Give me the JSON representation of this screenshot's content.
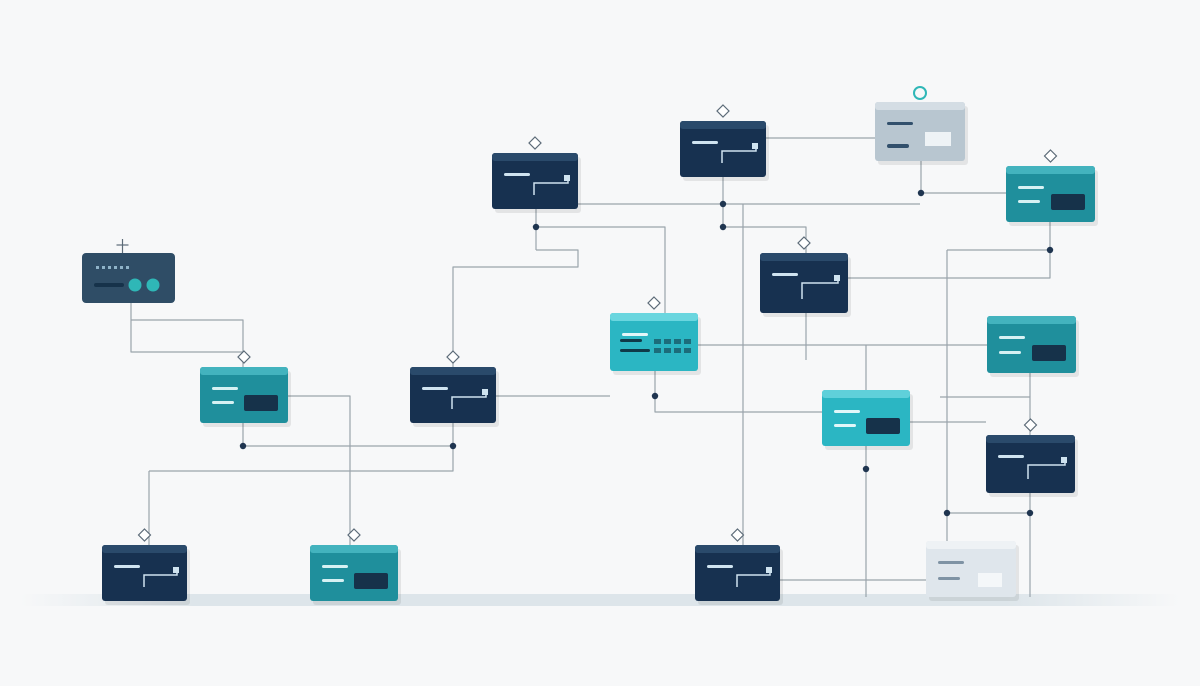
{
  "diagram": {
    "type": "network-flow",
    "text_labels": [],
    "colors": {
      "background": "#f7f8f9",
      "connector": "#9aa4ac",
      "junction_dot": "#1f3550",
      "node_navy": "#173150",
      "node_slate": "#2f4d66",
      "node_teal": "#1f8f9c",
      "node_cyan": "#2bb6c3",
      "node_gray": "#b8c6d0",
      "node_pale": "#dfe6ec",
      "accent_teal": "#2fb7b7",
      "floor_shadow": "#dde5ea"
    },
    "nodes": [
      {
        "name": "node-device",
        "style": "device",
        "icon": "router-icon",
        "out": true
      },
      {
        "name": "node-a-left",
        "style": "teal",
        "icon": "window-icon",
        "out": true
      },
      {
        "name": "node-a-mid",
        "style": "navy",
        "icon": "window-icon",
        "out": true
      },
      {
        "name": "node-b-top",
        "style": "navy",
        "icon": "window-icon",
        "out": true
      },
      {
        "name": "node-c-top",
        "style": "navy",
        "icon": "window-icon",
        "out": true
      },
      {
        "name": "node-d-gray",
        "style": "gray",
        "icon": "window-icon",
        "out": false
      },
      {
        "name": "node-e-teal",
        "style": "teal",
        "icon": "window-icon",
        "out": true
      },
      {
        "name": "node-f-navy",
        "style": "navy",
        "icon": "window-icon",
        "out": true
      },
      {
        "name": "node-g-cyan",
        "style": "cyan-grid",
        "icon": "table-icon",
        "out": true
      },
      {
        "name": "node-h-teal",
        "style": "teal",
        "icon": "window-icon",
        "out": false
      },
      {
        "name": "node-i-cyan",
        "style": "cyan",
        "icon": "window-icon",
        "out": false
      },
      {
        "name": "node-j-navy",
        "style": "navy",
        "icon": "window-icon",
        "out": true
      },
      {
        "name": "node-k-bottom",
        "style": "navy",
        "icon": "window-icon",
        "out": true
      },
      {
        "name": "node-l-bottom",
        "style": "teal",
        "icon": "window-icon",
        "out": true
      },
      {
        "name": "node-m-bottom",
        "style": "navy",
        "icon": "window-icon",
        "out": true
      },
      {
        "name": "node-n-pale",
        "style": "pale",
        "icon": "window-icon",
        "out": false
      }
    ]
  }
}
